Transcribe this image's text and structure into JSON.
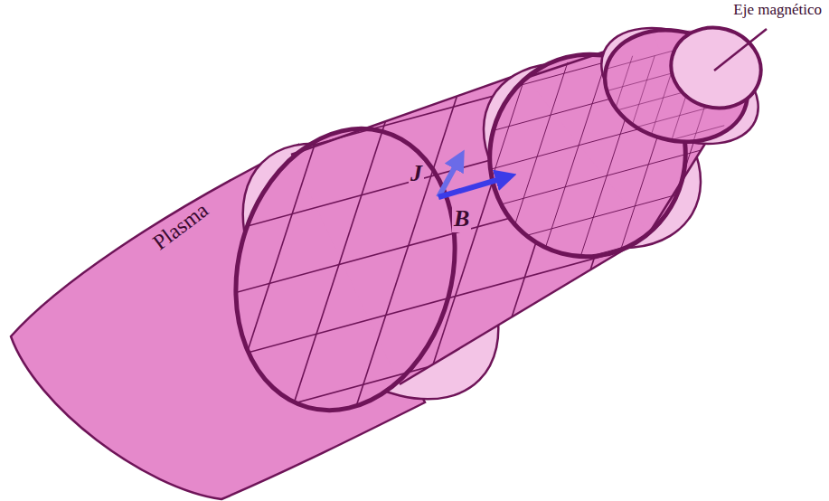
{
  "diagram": {
    "labels": [
      "Eje magnético",
      "J",
      "B",
      "Plasma"
    ]
  }
}
